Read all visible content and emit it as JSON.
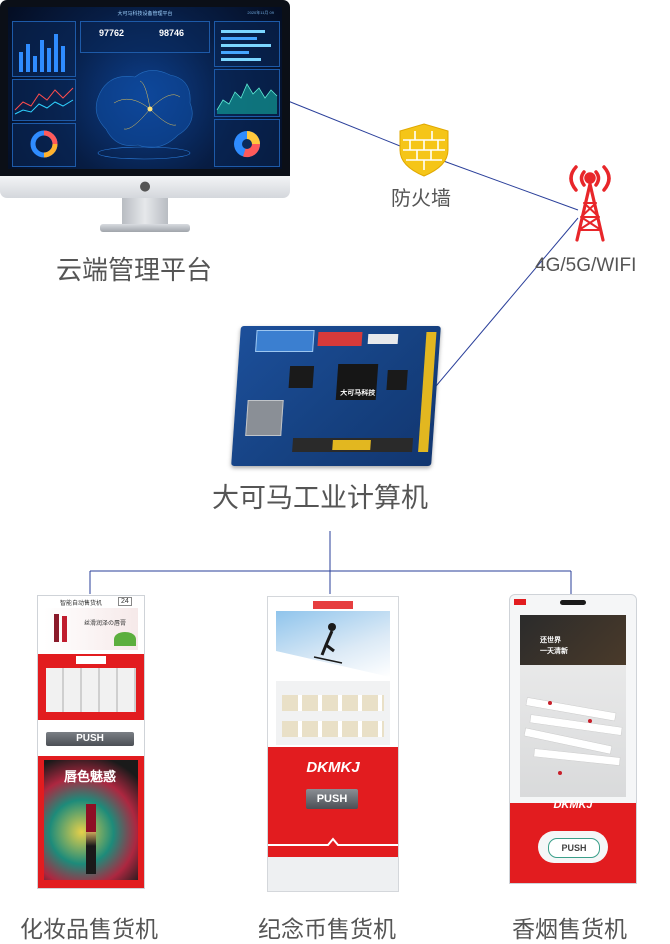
{
  "nodes": {
    "cloud_platform": "云端管理平台",
    "firewall": "防火墙",
    "network": "4G/5G/WIFI",
    "computer": "大可马工业计算机",
    "machine_cosmetics": "化妆品售货机",
    "machine_coin": "纪念币售货机",
    "machine_cigarette": "香烟售货机"
  },
  "dashboard": {
    "title": "大可马科技设备管理平台",
    "date": "2020年11月 09",
    "stat_a": "97762",
    "stat_b": "98746"
  },
  "machine1": {
    "header": "智能自动售货机",
    "badge": "24",
    "ad_title": "丝滑润泽の唇膏",
    "push": "PUSH",
    "poster_title": "唇色魅惑"
  },
  "machine2": {
    "brand": "DKMKJ",
    "push": "PUSH"
  },
  "machine3": {
    "slogan_line1": "还世界",
    "slogan_line2": "一天清新",
    "brand": "DKMKJ",
    "push": "PUSH"
  },
  "board": {
    "logo": "大可马科技"
  },
  "colors": {
    "line": "#2a3f9a",
    "label": "#555555",
    "brand_red": "#e21c1f",
    "tower_red": "#e8262a",
    "firewall_yellow": "#f5c518",
    "board_blue": "#1c4f9a"
  }
}
